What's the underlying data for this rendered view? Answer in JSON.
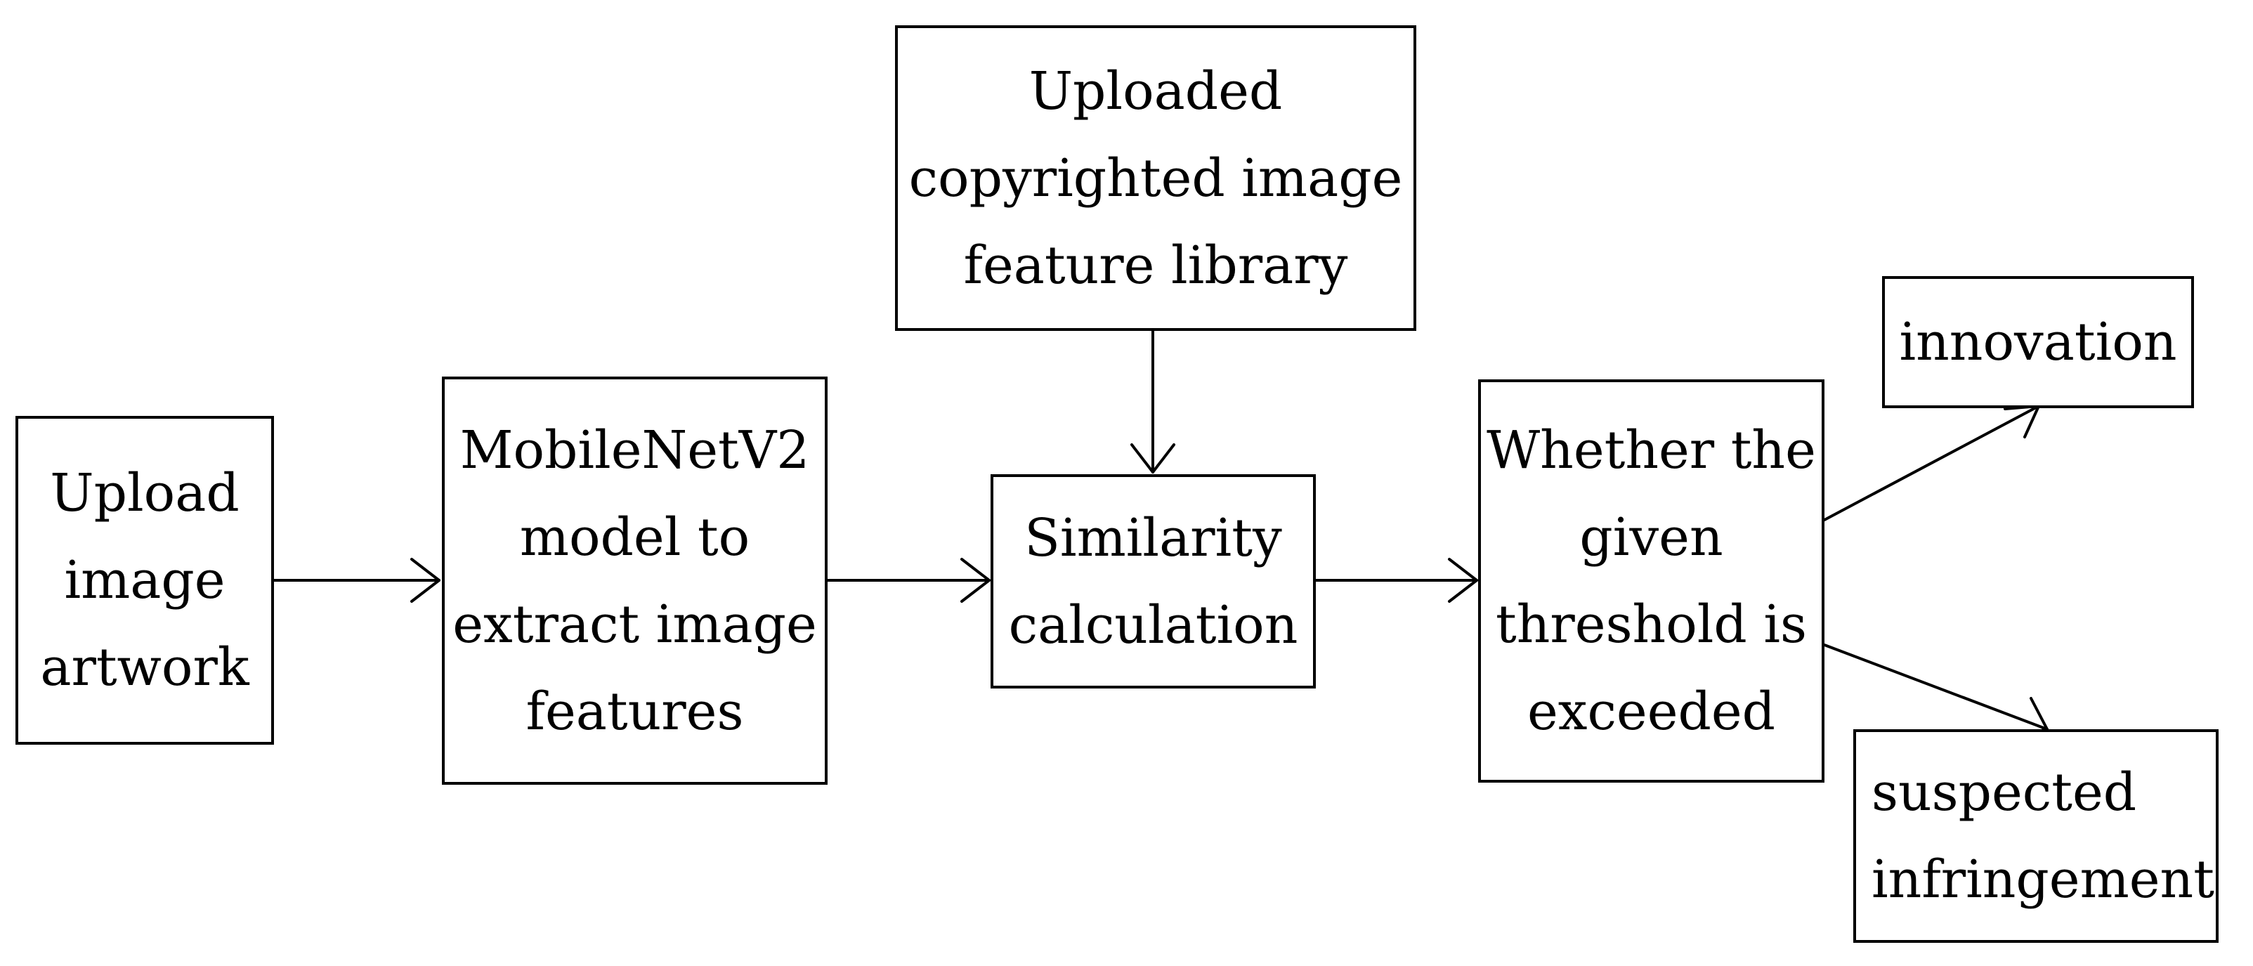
{
  "nodes": {
    "upload": {
      "lines": [
        "Upload",
        "image",
        "artwork"
      ]
    },
    "model": {
      "lines": [
        "MobileNetV2",
        "model to",
        "extract image",
        "features"
      ]
    },
    "library": {
      "lines": [
        "Uploaded",
        "copyrighted image",
        "feature library"
      ]
    },
    "similarity": {
      "lines": [
        "Similarity",
        "calculation"
      ]
    },
    "threshold": {
      "lines": [
        "Whether the",
        "given",
        "threshold is",
        "exceeded"
      ]
    },
    "innovation": {
      "lines": [
        "innovation"
      ]
    },
    "infringement": {
      "lines": [
        "suspected",
        "infringement"
      ]
    }
  },
  "edges": [
    {
      "from": "upload",
      "to": "model"
    },
    {
      "from": "model",
      "to": "similarity"
    },
    {
      "from": "library",
      "to": "similarity"
    },
    {
      "from": "similarity",
      "to": "threshold"
    },
    {
      "from": "threshold",
      "to": "innovation"
    },
    {
      "from": "threshold",
      "to": "infringement"
    }
  ]
}
